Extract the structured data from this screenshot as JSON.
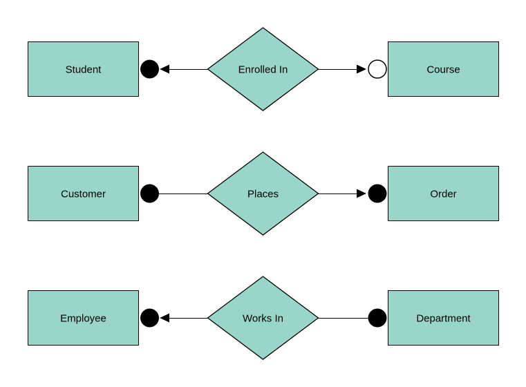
{
  "diagram": {
    "type": "entity-relationship-diagram",
    "colors": {
      "shape_fill": "#99d5c8",
      "shape_border": "#000000",
      "connector": "#000000",
      "background": "#ffffff",
      "text": "#000000"
    },
    "rows": [
      {
        "left_entity": "Student",
        "relationship": "Enrolled In",
        "right_entity": "Course",
        "left_connector": "filled circle at Student with arrowhead pointing toward Student",
        "right_connector": "arrowhead pointing toward open circle at Course"
      },
      {
        "left_entity": "Customer",
        "relationship": "Places",
        "right_entity": "Order",
        "left_connector": "filled circle at Customer, plain line",
        "right_connector": "arrowhead pointing toward filled circle at Order"
      },
      {
        "left_entity": "Employee",
        "relationship": "Works In",
        "right_entity": "Department",
        "left_connector": "filled circle at Employee with arrowhead pointing toward Employee",
        "right_connector": "plain line to filled circle at Department"
      }
    ]
  }
}
